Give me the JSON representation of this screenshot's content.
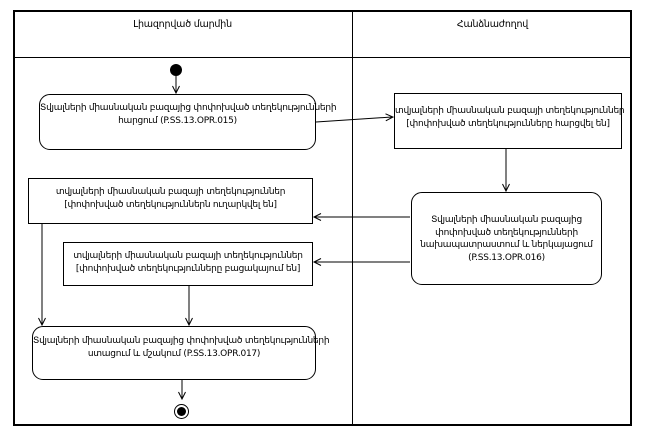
{
  "diagram_title": "activity-diagram",
  "lanes": [
    {
      "label": "Լիազորված մարմին"
    },
    {
      "label": "Հանձնաժողով"
    }
  ],
  "nodes": {
    "op015": {
      "type": "action",
      "lane": "Լիազորված մարմին",
      "label": "Տվյալների միասնական բազայից փոփոխված տեղեկությունների հարցում (P.SS.13.OPR.015)",
      "lines": [
        "Տվյալների միասնական բազայից փոփոխված տեղեկությունների",
        "հարցում (P.SS.13.OPR.015)"
      ]
    },
    "info_requested": {
      "type": "object",
      "lane": "Հանձնաժողով",
      "label": "տվյալների միասնական բազայի տեղեկություններ [փոփոխված տեղեկությունները հարցվել են]",
      "lines": [
        "տվյալների միասնական բազայի տեղեկություններ",
        "[փոփոխված տեղեկությունները հարցվել են]"
      ]
    },
    "op016": {
      "type": "action",
      "lane": "Հանձնաժողով",
      "label": "Տվյալների միասնական բազայից փոփոխված տեղեկությունների նախապատրաստում և ներկայացում (P.SS.13.OPR.016)",
      "lines": [
        "Տվյալների միասնական բազայից",
        "փոփոխված տեղեկությունների",
        "նախապատրաստում և ներկայացում",
        "(P.SS.13.OPR.016)"
      ]
    },
    "info_sent": {
      "type": "object",
      "lane": "Լիազորված մարմին",
      "label": "տվյալների միասնական բազայի տեղեկություններ [փոփոխված տեղեկություններն ուղարկվել են]",
      "lines": [
        "տվյալների միասնական բազայի տեղեկություններ",
        "[փոփոխված տեղեկություններն ուղարկվել են]"
      ]
    },
    "info_missing": {
      "type": "object",
      "lane": "Լիազորված մարմին",
      "label": "տվյալների միասնական բազայի տեղեկություններ [փոփոխված տեղեկությունները բացակայում են]",
      "lines": [
        "տվյալների միասնական բազայի տեղեկություններ",
        "[փոփոխված տեղեկությունները բացակայում են]"
      ]
    },
    "op017": {
      "type": "action",
      "lane": "Լիազորված մարմին",
      "label": "Տվյալների միասնական բազայից փոփոխված տեղեկությունների ստացում և մշակում (P.SS.13.OPR.017)",
      "lines": [
        "Տվյալների միասնական բազայից փոփոխված տեղեկությունների",
        "ստացում և մշակում (P.SS.13.OPR.017)"
      ]
    }
  },
  "colors": {
    "line": "#000000",
    "background": "#ffffff",
    "text": "#000000"
  }
}
